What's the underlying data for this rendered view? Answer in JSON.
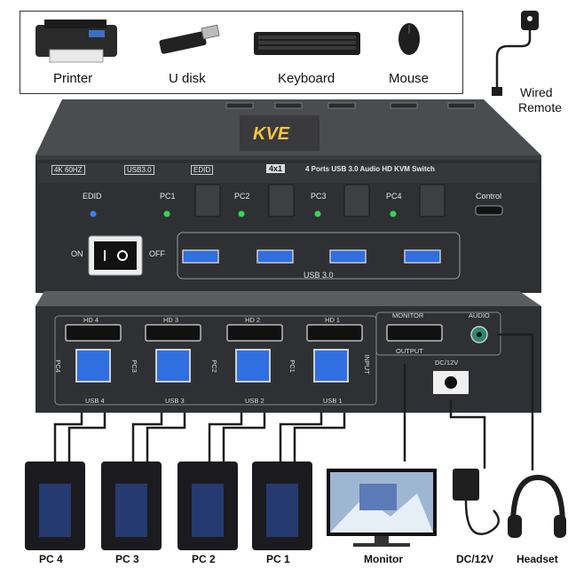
{
  "peripherals": {
    "printer": "Printer",
    "udisk": "U disk",
    "keyboard": "Keyboard",
    "mouse": "Mouse"
  },
  "remote": {
    "line1": "Wired",
    "line2": "Remote"
  },
  "front_panel": {
    "logo": "KVE",
    "badges": [
      "4K 60HZ",
      "USB3.0",
      "EDID"
    ],
    "model_num": "4x1",
    "model_desc": "4 Ports USB 3.0 Audio HD KVM Switch",
    "edid": "EDID",
    "pc_labels": [
      "PC1",
      "PC2",
      "PC3",
      "PC4"
    ],
    "control": "Control",
    "power_on": "ON",
    "power_off": "OFF",
    "usb_label": "USB 3.0"
  },
  "rear_panel": {
    "hd_labels": [
      "HD 4",
      "HD 3",
      "HD 2",
      "HD 1"
    ],
    "usb_labels": [
      "USB 4",
      "USB 3",
      "USB 2",
      "USB 1"
    ],
    "pc_side": [
      "PC4",
      "PC3",
      "PC2",
      "PC1"
    ],
    "input": "INPUT",
    "monitor": "MONITOR",
    "audio": "AUDIO",
    "output": "OUTPUT",
    "dc": "DC/12V"
  },
  "bottom": {
    "pcs": [
      "PC 4",
      "PC 3",
      "PC 2",
      "PC 1"
    ],
    "monitor": "Monitor",
    "dc": "DC/12V",
    "headset": "Headset"
  },
  "colors": {
    "led": "#39d353",
    "usb_blue": "#2f6fe0",
    "panel": "#2e3033",
    "edid_led": "#3a7cff"
  }
}
